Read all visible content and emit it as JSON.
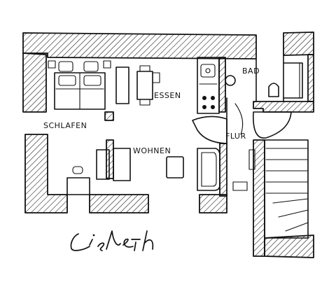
{
  "plan": {
    "rooms": {
      "bad": "BAD",
      "essen": "ESSEN",
      "schlafen": "SCHLAFEN",
      "flur": "FLUR",
      "wohnen": "WOHNEN"
    },
    "signature": "Lisbeth"
  }
}
